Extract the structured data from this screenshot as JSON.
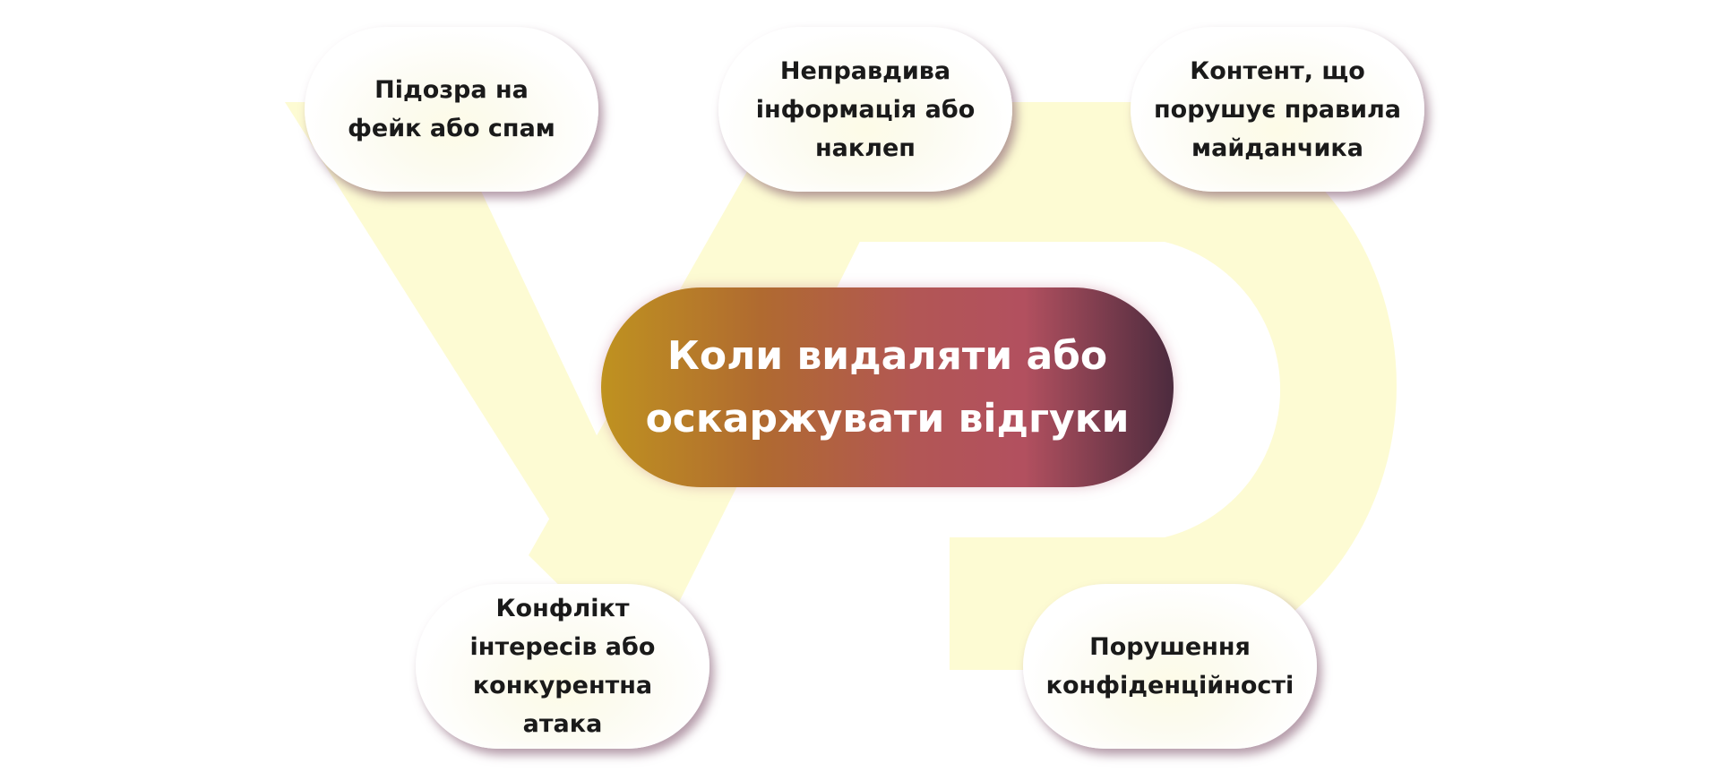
{
  "center_topic": "Коли видаляти або\nоскаржувати відгуки",
  "nodes": [
    {
      "label": "Підозра на\nфейк або спам"
    },
    {
      "label": "Неправдива\nінформація або\nнаклеп"
    },
    {
      "label": "Контент, що\nпорушує правила\nмайданчика"
    },
    {
      "label": "Конфлікт\nінтересів або\nконкурентна\nатака"
    },
    {
      "label": "Порушення\nконфіденційності"
    }
  ],
  "colors": {
    "center_gradient": [
      "#bf9220",
      "#b06a30",
      "#b25655",
      "#b2505f",
      "#4c2b3e"
    ],
    "pill_text": "#1a1a1a",
    "watermark": "#fdfbd3"
  }
}
